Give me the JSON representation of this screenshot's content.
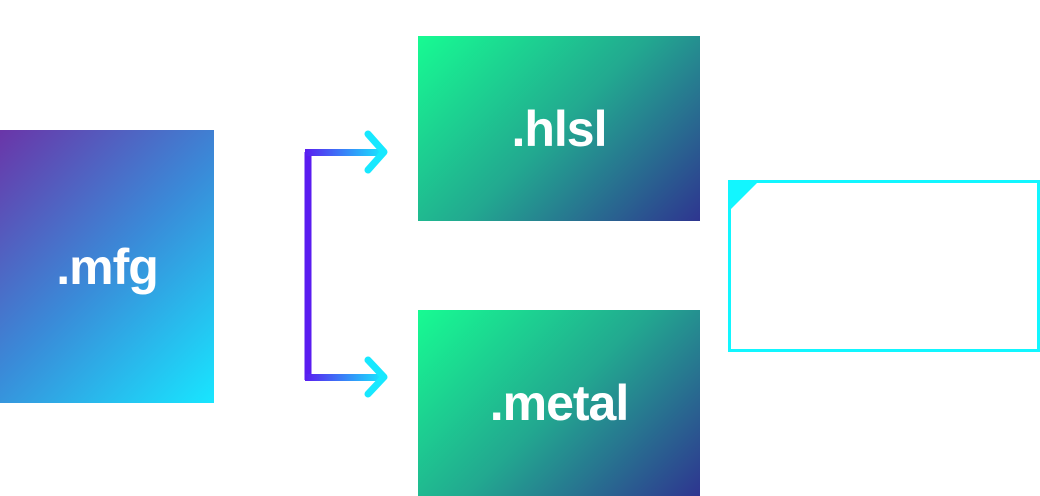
{
  "nodes": {
    "source": {
      "label": ".mfg"
    },
    "hlsl": {
      "label": ".hlsl"
    },
    "metal": {
      "label": ".metal"
    }
  },
  "colors": {
    "arrow_start": "#c050d0",
    "arrow_mid": "#5a1cf0",
    "arrow_end": "#17e8ff",
    "note_border": "#12f6ff"
  }
}
